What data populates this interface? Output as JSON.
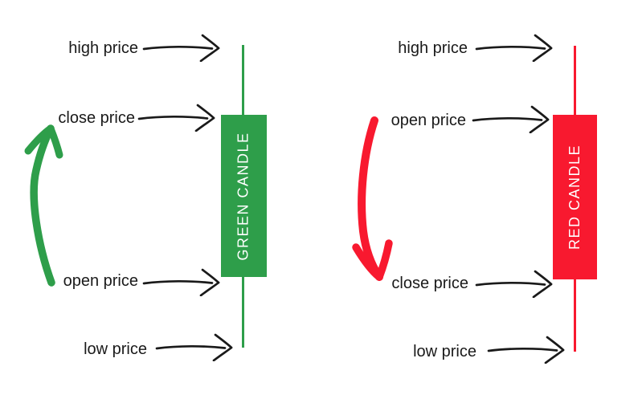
{
  "panels": {
    "green": {
      "candle_name": "GREEN CANDLE",
      "labels": {
        "high": "high price",
        "close": "close price",
        "open": "open price",
        "low": "low price"
      },
      "trend_icon": "curved-up-arrow",
      "color": "#2e9e4a"
    },
    "red": {
      "candle_name": "RED CANDLE",
      "labels": {
        "high": "high price",
        "open": "open price",
        "close": "close price",
        "low": "low price"
      },
      "trend_icon": "curved-down-arrow",
      "color": "#f8192f"
    }
  },
  "icons": {
    "pointer": "hand-drawn-right-arrow"
  },
  "colors": {
    "background": "#ffffff",
    "label_text": "#1a1a1a",
    "pointer_arrow": "#1a1a1a",
    "candle_text": "#ffffff"
  }
}
